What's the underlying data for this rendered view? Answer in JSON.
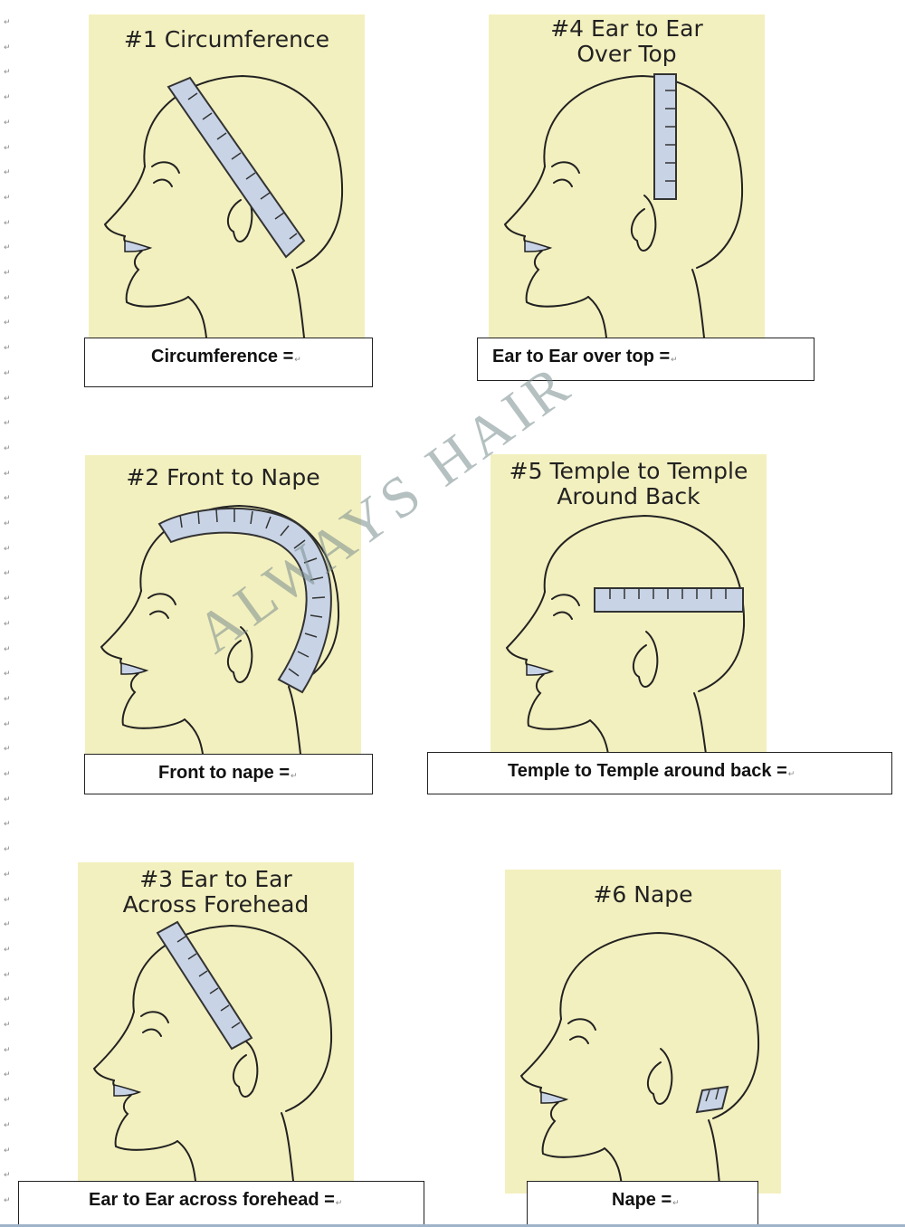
{
  "margin_mark_glyph": "↵",
  "field_mark_glyph": "↵",
  "watermark": "ALWAYS HAIR",
  "panels": [
    {
      "title": "#1 Circumference",
      "field_label": "Circumference =",
      "tape": "circumference"
    },
    {
      "title": "#2 Front to Nape",
      "field_label": "Front to nape =",
      "tape": "front-to-nape"
    },
    {
      "title": "#3 Ear to Ear\nAcross Forehead",
      "field_label": "Ear to Ear across forehead =",
      "tape": "across-forehead"
    },
    {
      "title": "#4 Ear to Ear\nOver Top",
      "field_label": "Ear to Ear over top =",
      "tape": "over-top"
    },
    {
      "title": "#5 Temple to Temple\nAround Back",
      "field_label": "Temple to Temple around back =",
      "tape": "around-back"
    },
    {
      "title": "#6 Nape",
      "field_label": "Nape =",
      "tape": "nape"
    }
  ]
}
